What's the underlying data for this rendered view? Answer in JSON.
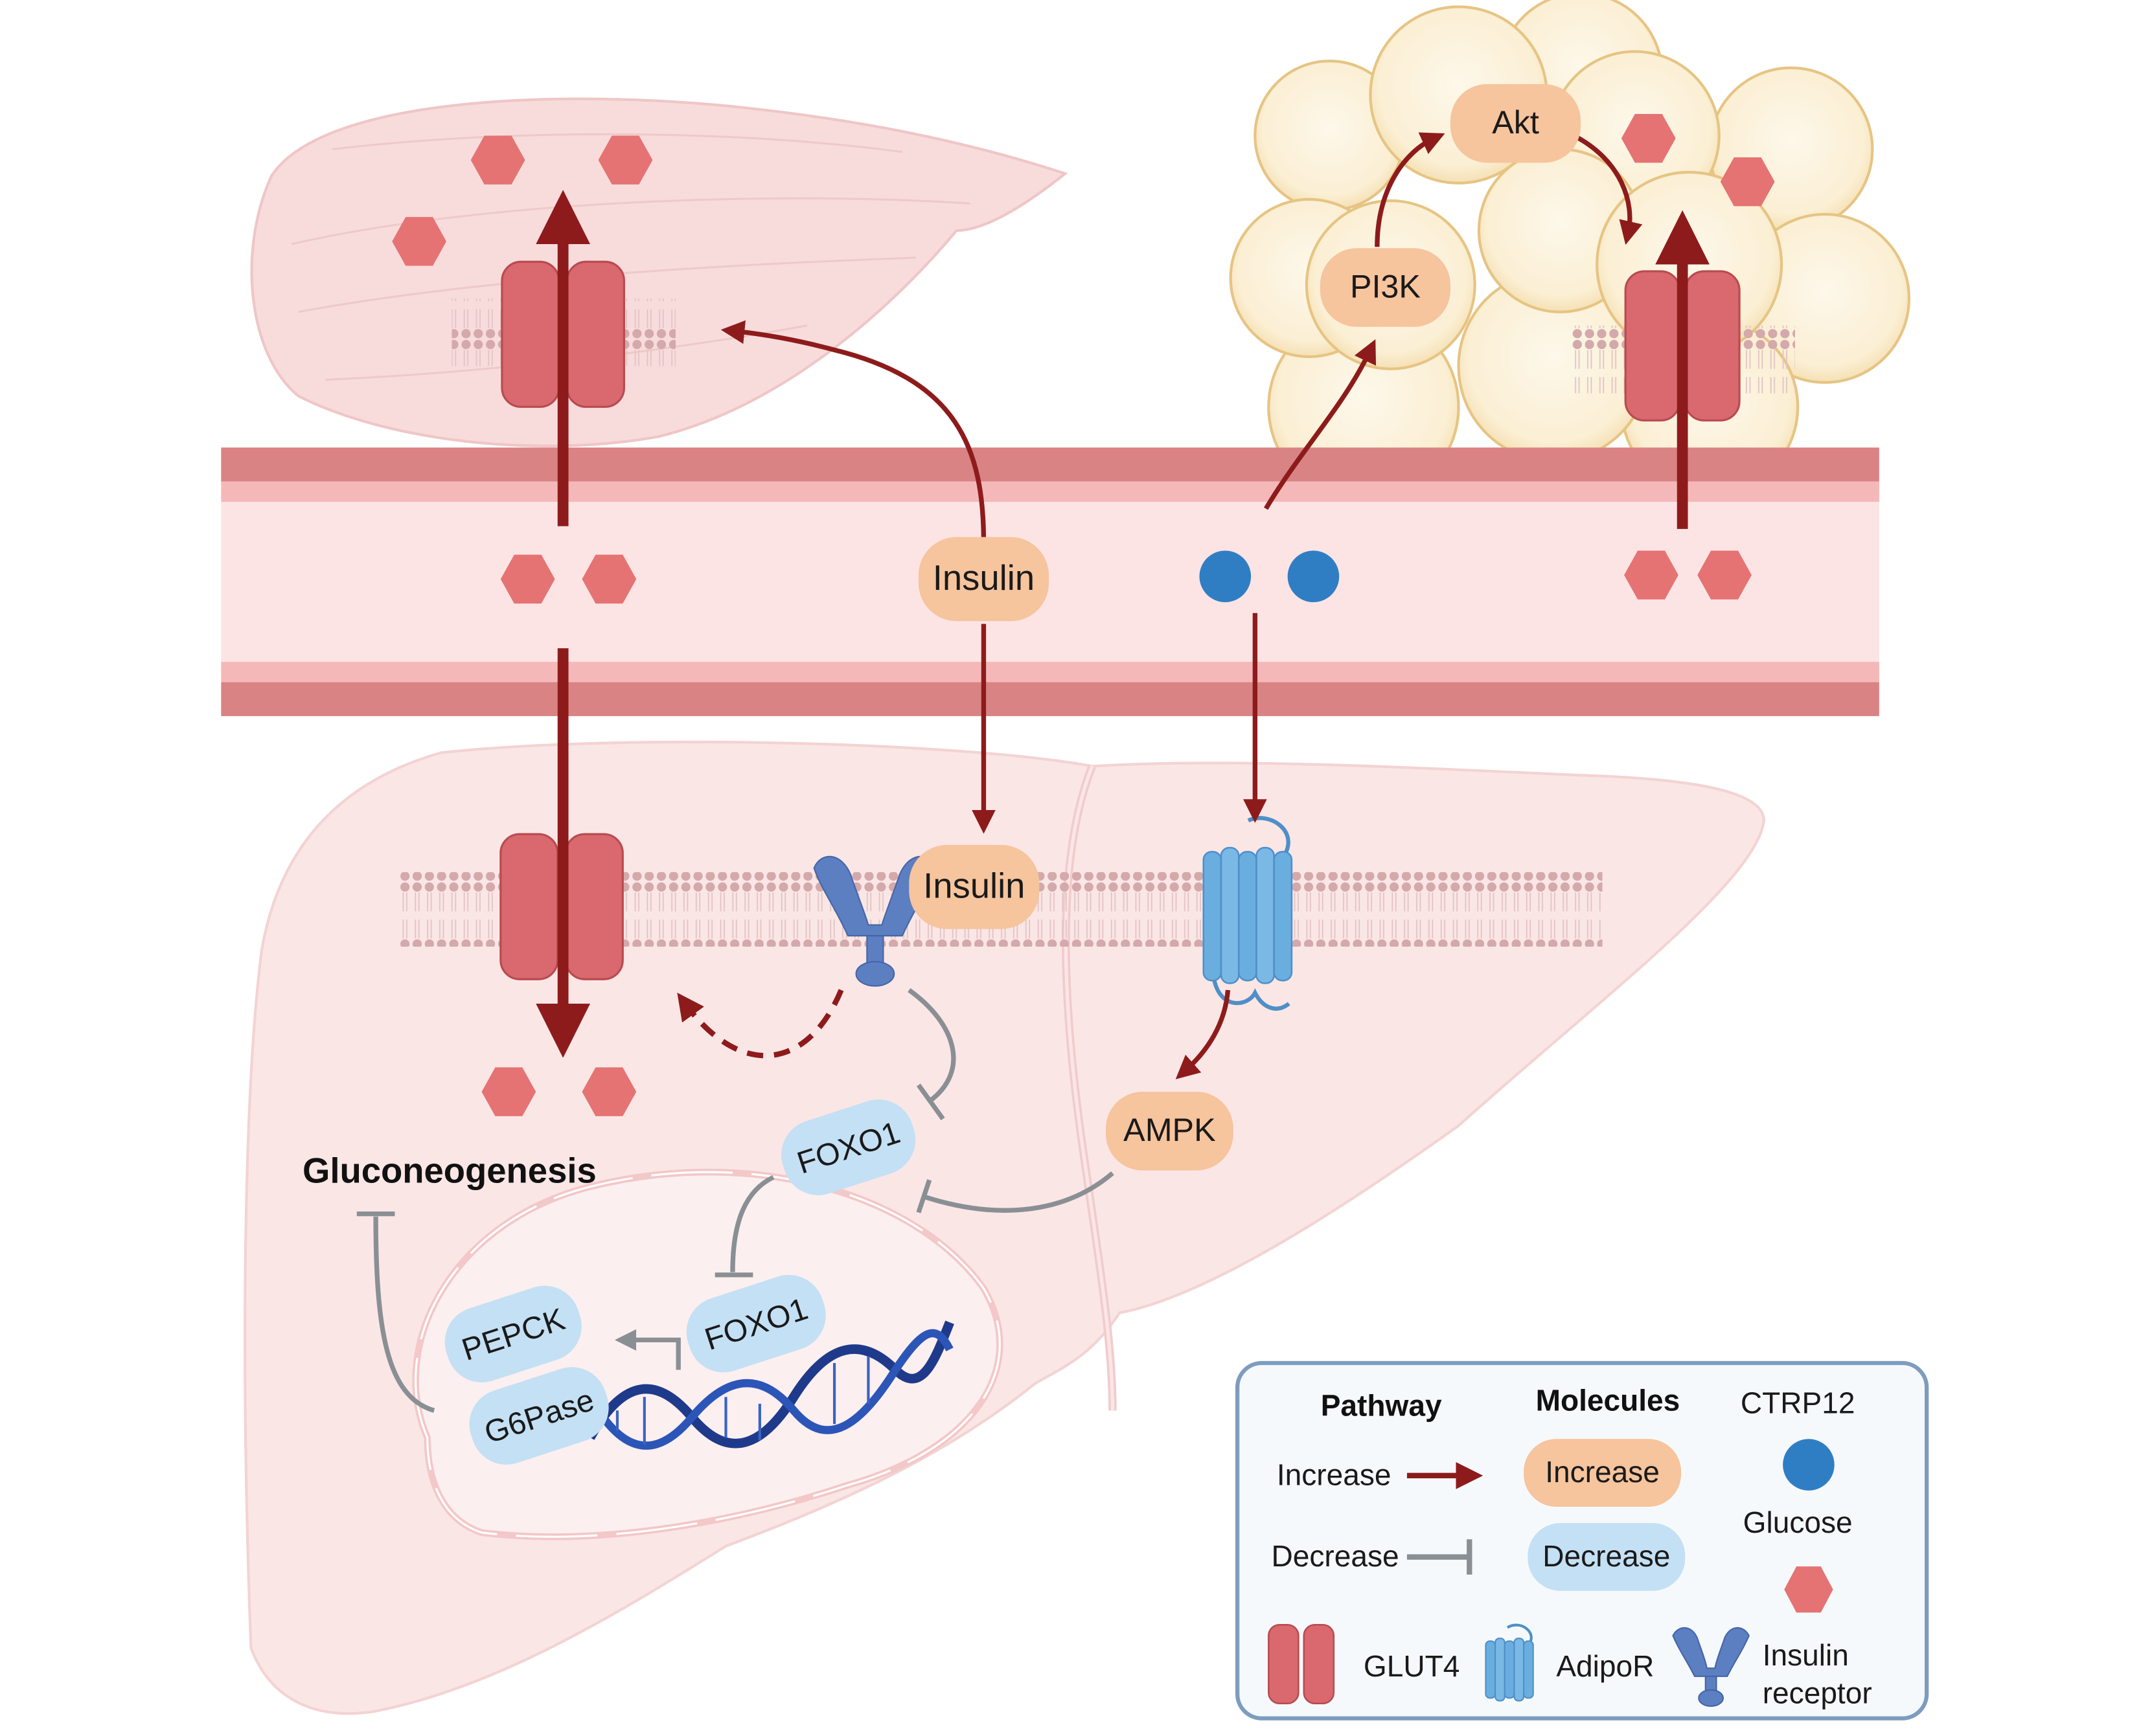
{
  "colors": {
    "increase": "#f6c49d",
    "decrease": "#c4e0f4",
    "arrow": "#8e1b1b",
    "inhibit": "#8a8f94",
    "glucose": "#e57373",
    "ctrp12": "#2f7ec4",
    "glut4": "#d9696e",
    "receptor": "#5b7fc0",
    "adipor": "#6aaee0",
    "dna": "#1f3a8a"
  },
  "molecules": {
    "insulin_blood": "Insulin",
    "insulin_bound": "Insulin",
    "pi3k": "PI3K",
    "akt": "Akt",
    "ampk": "AMPK",
    "foxo1_cyto": "FOXO1",
    "foxo1_nuc": "FOXO1",
    "pepck": "PEPCK",
    "g6pase": "G6Pase"
  },
  "labels": {
    "gluconeogenesis": "Gluconeogenesis"
  },
  "legend": {
    "pathway_title": "Pathway",
    "molecules_title": "Molecules",
    "ctrp12_label": "CTRP12",
    "glucose_label": "Glucose",
    "increase_label": "Increase",
    "decrease_label": "Decrease",
    "increase_pill": "Increase",
    "decrease_pill": "Decrease",
    "glut4_label": "GLUT4",
    "adipor_label": "AdipoR",
    "insulin_receptor_line1": "Insulin",
    "insulin_receptor_line2": "receptor"
  }
}
